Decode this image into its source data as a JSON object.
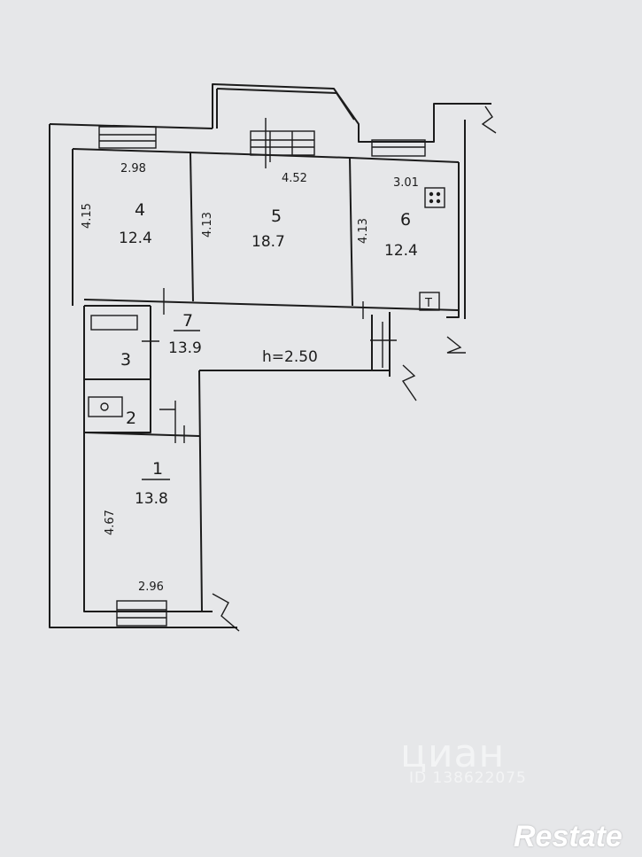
{
  "floor_plan": {
    "rooms": [
      {
        "number": "4",
        "area": "12.4"
      },
      {
        "number": "5",
        "area": "18.7"
      },
      {
        "number": "6",
        "area": "12.4"
      },
      {
        "number": "7",
        "area": "13.9"
      },
      {
        "number": "3",
        "area": ""
      },
      {
        "number": "2",
        "area": ""
      },
      {
        "number": "1",
        "area": "13.8"
      }
    ],
    "dimensions": {
      "room4_width": "2.98",
      "room4_height": "4.15",
      "room5_width": "4.52",
      "room5_height": "4.13",
      "room6_width": "3.01",
      "room6_height": "4.13",
      "room1_height": "4.67",
      "room1_width": "2.96"
    },
    "ceiling_height": "h=2.50",
    "stove_symbol": "T"
  },
  "watermarks": {
    "cian": "циан",
    "listing_id": "ID 138622075",
    "restate": "Restate"
  },
  "colors": {
    "paper": "#e6e7e9",
    "ink": "#1c1c1c",
    "watermark": "#ffffff"
  }
}
